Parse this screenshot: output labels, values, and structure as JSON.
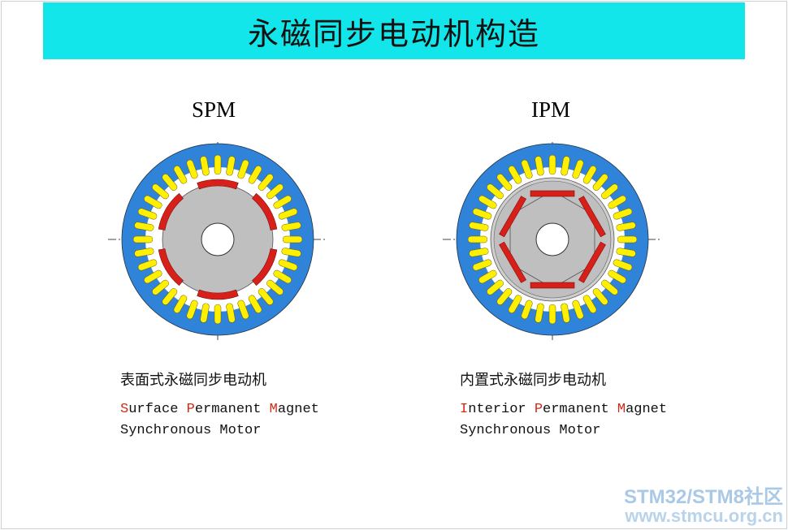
{
  "title": "永磁同步电动机构造",
  "spm": {
    "heading": "SPM",
    "cn_label": "表面式永磁同步电动机",
    "en_line1": [
      {
        "text": "S",
        "red": true
      },
      {
        "text": "urface ",
        "red": false
      },
      {
        "text": "P",
        "red": true
      },
      {
        "text": "ermanent ",
        "red": false
      },
      {
        "text": "M",
        "red": true
      },
      {
        "text": "agnet",
        "red": false
      }
    ],
    "en_line2": "Synchronous Motor"
  },
  "ipm": {
    "heading": "IPM",
    "cn_label": "内置式永磁同步电动机",
    "en_line1": [
      {
        "text": "I",
        "red": true
      },
      {
        "text": "nterior ",
        "red": false
      },
      {
        "text": "P",
        "red": true
      },
      {
        "text": "ermanent ",
        "red": false
      },
      {
        "text": "M",
        "red": true
      },
      {
        "text": "agnet",
        "red": false
      }
    ],
    "en_line2": "Synchronous Motor"
  },
  "watermark": {
    "line1": "STM32/STM8社区",
    "line2": "www.stmcu.org.cn"
  },
  "colors": {
    "title_bg": "#13e6ea",
    "stator": "#2f83d8",
    "slot": "#ffef00",
    "rotor": "#bfbfbf",
    "magnet": "#d8201a",
    "accent_red": "#d42a14"
  }
}
